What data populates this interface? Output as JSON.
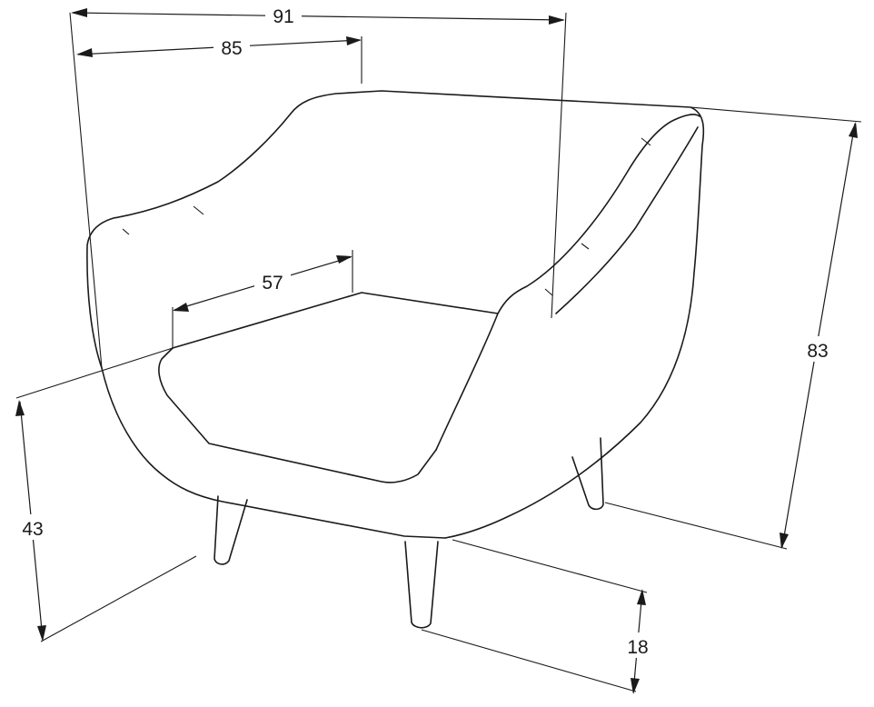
{
  "diagram": {
    "subject": "armchair-dimension-drawing",
    "dimensions": {
      "total_width": "91",
      "seat_width_back": "85",
      "seat_width": "57",
      "total_height": "83",
      "seat_height": "43",
      "leg_height": "18"
    }
  }
}
